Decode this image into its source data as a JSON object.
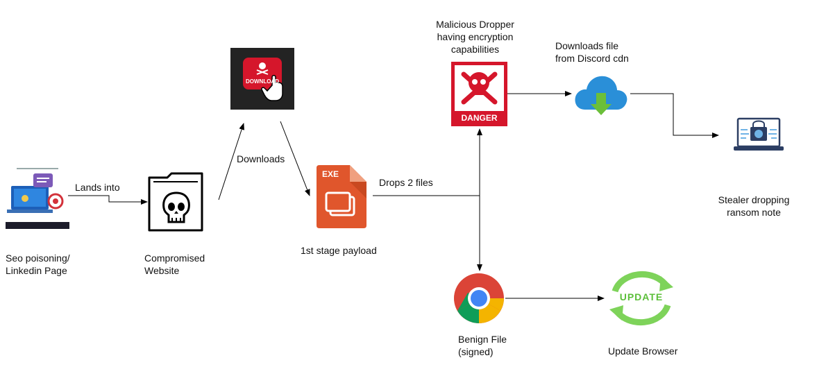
{
  "nodes": {
    "linkedin": {
      "label": "Seo poisoning/\nLinkedin Page",
      "icon": "laptop-target-icon"
    },
    "website": {
      "label": "Compromised\nWebsite",
      "icon": "skull-folder-icon"
    },
    "download": {
      "badge": "DOWNLOAD",
      "icon": "download-button-icon"
    },
    "payload": {
      "label": "1st stage payload",
      "badge": "EXE",
      "icon": "exe-file-icon"
    },
    "dropper": {
      "label": "Malicious Dropper\nhaving encryption\ncapabilities",
      "badge": "DANGER",
      "icon": "danger-sign-icon"
    },
    "cloud": {
      "label": "Downloads file\nfrom Discord cdn",
      "icon": "cloud-download-icon"
    },
    "stealer": {
      "label": "Stealer dropping\n ransom note",
      "icon": "locked-laptop-icon"
    },
    "chrome": {
      "label": "Benign File\n(signed)",
      "icon": "chrome-icon"
    },
    "update": {
      "label": "Update Browser",
      "badge": "UPDATE",
      "icon": "update-icon"
    }
  },
  "edges": {
    "lands_into": "Lands into",
    "downloads": "Downloads",
    "drops": "Drops 2 files"
  },
  "colors": {
    "danger_red": "#d5162b",
    "exe_orange": "#e0562c",
    "cloud_blue": "#2a8fd8",
    "update_green": "#5cbf3a",
    "dark_box": "#232323"
  }
}
